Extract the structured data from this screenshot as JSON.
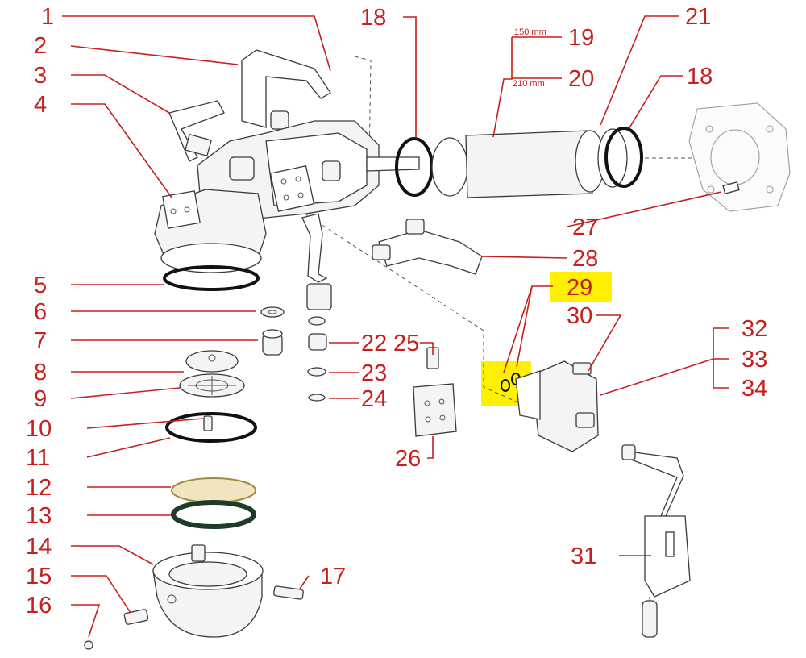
{
  "diagram": {
    "callouts": [
      {
        "id": "c1",
        "label": "1"
      },
      {
        "id": "c2",
        "label": "2"
      },
      {
        "id": "c3",
        "label": "3"
      },
      {
        "id": "c4",
        "label": "4"
      },
      {
        "id": "c5",
        "label": "5"
      },
      {
        "id": "c6",
        "label": "6"
      },
      {
        "id": "c7",
        "label": "7"
      },
      {
        "id": "c8",
        "label": "8"
      },
      {
        "id": "c9",
        "label": "9"
      },
      {
        "id": "c10",
        "label": "10"
      },
      {
        "id": "c11",
        "label": "11"
      },
      {
        "id": "c12",
        "label": "12"
      },
      {
        "id": "c13",
        "label": "13"
      },
      {
        "id": "c14",
        "label": "14"
      },
      {
        "id": "c15",
        "label": "15"
      },
      {
        "id": "c16",
        "label": "16"
      },
      {
        "id": "c17",
        "label": "17"
      },
      {
        "id": "c18a",
        "label": "18"
      },
      {
        "id": "c18b",
        "label": "18"
      },
      {
        "id": "c19",
        "label": "19"
      },
      {
        "id": "c20",
        "label": "20"
      },
      {
        "id": "c21",
        "label": "21"
      },
      {
        "id": "c22",
        "label": "22"
      },
      {
        "id": "c23",
        "label": "23"
      },
      {
        "id": "c24",
        "label": "24"
      },
      {
        "id": "c25",
        "label": "25"
      },
      {
        "id": "c26",
        "label": "26"
      },
      {
        "id": "c27",
        "label": "27"
      },
      {
        "id": "c28",
        "label": "28"
      },
      {
        "id": "c29",
        "label": "29"
      },
      {
        "id": "c30",
        "label": "30"
      },
      {
        "id": "c31",
        "label": "31"
      },
      {
        "id": "c32",
        "label": "32"
      },
      {
        "id": "c33",
        "label": "33"
      },
      {
        "id": "c34",
        "label": "34"
      }
    ],
    "dimensions": {
      "length_short": "150 mm",
      "length_long": "210 mm"
    },
    "colors": {
      "callout": "#c81e1e",
      "highlight": "#ffef00",
      "line_art": "#3a3a3a"
    }
  }
}
